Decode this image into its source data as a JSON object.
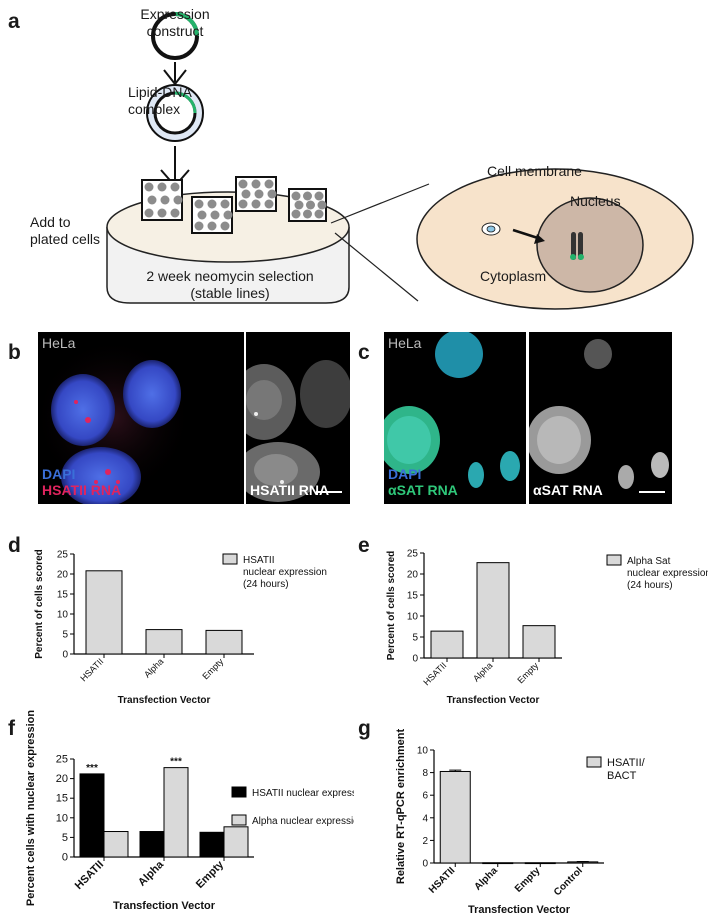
{
  "panel_labels": [
    "a",
    "b",
    "c",
    "d",
    "e",
    "f",
    "g"
  ],
  "schematic": {
    "expression_construct": [
      "Expression",
      "construct"
    ],
    "lipid_complex": [
      "Lipid-DNA",
      "complex"
    ],
    "add_to_cells": [
      "Add to",
      "plated cells"
    ],
    "selection": [
      "2 week neomycin selection",
      "(stable lines)"
    ],
    "cell_membrane": "Cell membrane",
    "nucleus": "Nucleus",
    "cytoplasm": "Cytoplasm"
  },
  "micrographs": {
    "b_left": {
      "cell": "HeLa",
      "stain1": "DAPI",
      "stain2": "HSATII RNA"
    },
    "b_right": {
      "label": "HSATII RNA"
    },
    "c_left": {
      "cell": "HeLa",
      "stain1": "DAPI",
      "stain2": "αSAT RNA"
    },
    "c_right": {
      "label": "αSAT RNA"
    },
    "colors": {
      "dapi": "#3a6fd8",
      "hsatii": "#e0245e",
      "asat": "#2fc87a"
    }
  },
  "chart_data": [
    {
      "id": "d",
      "type": "bar",
      "categories": [
        "HSATII",
        "Alpha",
        "Empty"
      ],
      "values": [
        20.8,
        6.1,
        5.9
      ],
      "ylabel": "Percent of cells scored",
      "xlabel": "Transfection Vector",
      "ylim": [
        0,
        25
      ],
      "yticks": [
        0,
        5,
        10,
        15,
        20,
        25
      ],
      "legend": [
        "HSATII",
        "nuclear expression",
        "(24 hours)"
      ],
      "bar_color": "#d9d9d9"
    },
    {
      "id": "e",
      "type": "bar",
      "categories": [
        "HSATII",
        "Alpha",
        "Empty"
      ],
      "values": [
        6.4,
        22.7,
        7.7
      ],
      "ylabel": "Percent of cells scored",
      "xlabel": "Transfection Vector",
      "ylim": [
        0,
        25
      ],
      "yticks": [
        0,
        5,
        10,
        15,
        20,
        25
      ],
      "legend": [
        "Alpha Sat",
        "nuclear expression",
        "(24 hours)"
      ],
      "bar_color": "#d9d9d9"
    },
    {
      "id": "f",
      "type": "bar",
      "categories": [
        "HSATII",
        "Alpha",
        "Empty"
      ],
      "series": [
        {
          "name": "HSATII nuclear expression",
          "values": [
            21.2,
            6.5,
            6.3
          ],
          "color": "#000000"
        },
        {
          "name": "Alpha nuclear expression",
          "values": [
            6.5,
            22.8,
            7.7
          ],
          "color": "#d9d9d9"
        }
      ],
      "annotations": [
        {
          "category": "HSATII",
          "series": 0,
          "text": "***"
        },
        {
          "category": "Alpha",
          "series": 1,
          "text": "***"
        }
      ],
      "ylabel": "Percent cells with nuclear expression",
      "xlabel": "Transfection Vector",
      "ylim": [
        0,
        25
      ],
      "yticks": [
        0,
        5,
        10,
        15,
        20,
        25
      ]
    },
    {
      "id": "g",
      "type": "bar",
      "categories": [
        "HSATII",
        "Alpha",
        "Empty",
        "Control"
      ],
      "values": [
        8.1,
        0.02,
        0.02,
        0.1
      ],
      "errors": [
        0.12,
        0,
        0,
        0.03
      ],
      "ylabel": "Relative RT-qPCR enrichment",
      "xlabel": "Transfection Vector",
      "ylim": [
        0,
        10
      ],
      "yticks": [
        0,
        2,
        4,
        6,
        8,
        10
      ],
      "legend": [
        "HSATII/",
        "BACT"
      ],
      "bar_color": "#d9d9d9"
    }
  ]
}
